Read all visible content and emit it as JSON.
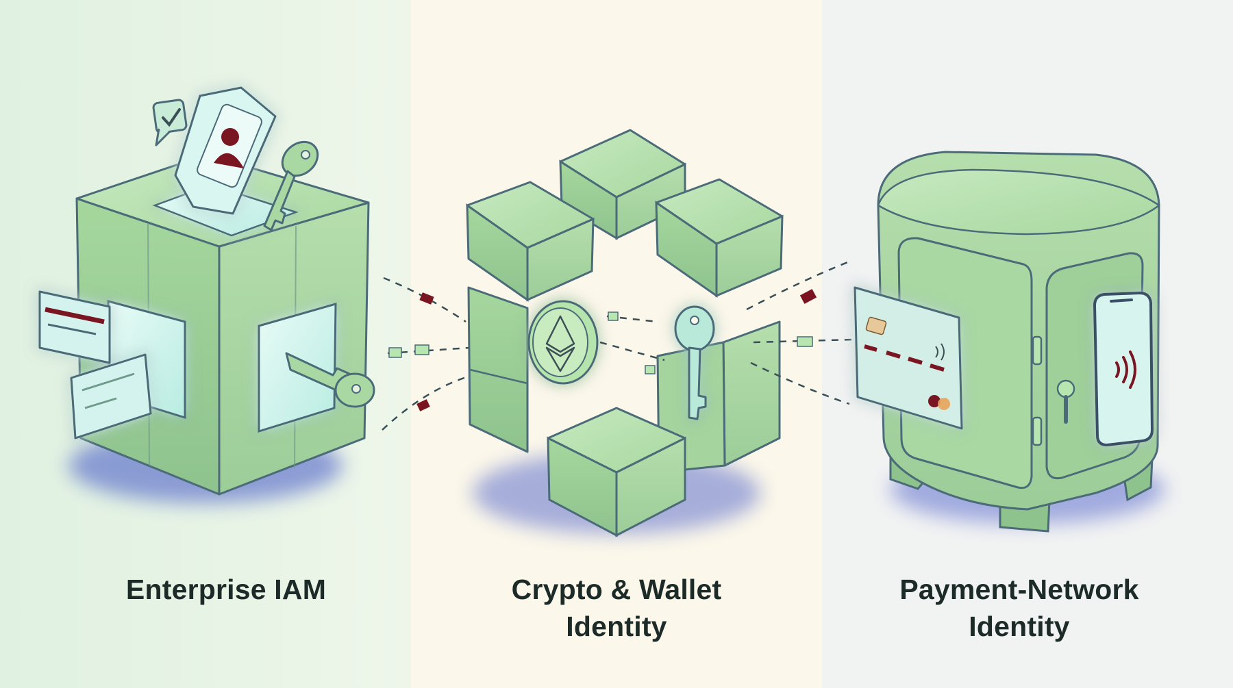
{
  "panels": [
    {
      "id": "enterprise",
      "label_lines": [
        "Enterprise IAM"
      ],
      "background": "#e3f2e3"
    },
    {
      "id": "crypto",
      "label_lines": [
        "Crypto & Wallet",
        "Identity"
      ],
      "background": "#fbf7ea"
    },
    {
      "id": "payment",
      "label_lines": [
        "Payment-Network",
        "Identity"
      ],
      "background": "#f1f2f2"
    }
  ],
  "icons": {
    "enterprise": [
      "cube-icon",
      "phone-profile-icon",
      "key-icon",
      "chat-check-icon",
      "credit-card-icon"
    ],
    "crypto": [
      "broken-block-ring-icon",
      "ethereum-coin-icon",
      "key-icon"
    ],
    "payment": [
      "safe-vault-icon",
      "credit-card-icon",
      "contactless-phone-icon"
    ]
  },
  "colors": {
    "object_green": "#a9d8a3",
    "outline": "#4b6b78",
    "glow": "#8ff0ea",
    "shadow": "#3f55c6",
    "accent_maroon": "#7a1420",
    "text": "#1c2b28"
  }
}
